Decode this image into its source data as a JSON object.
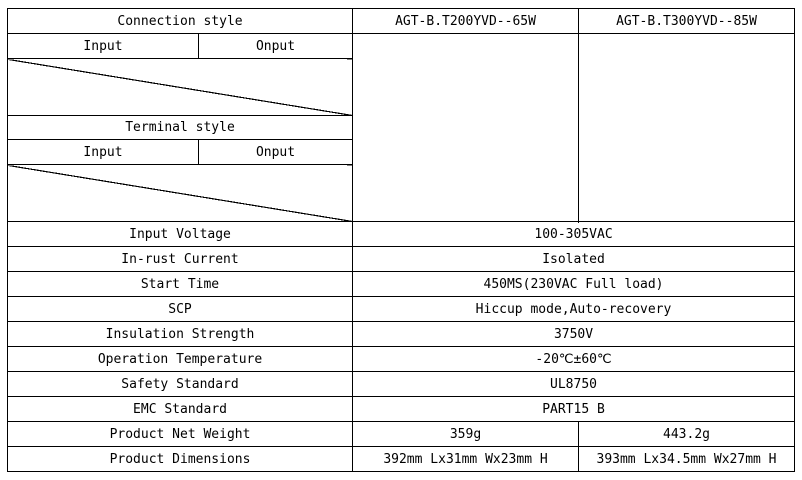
{
  "header": {
    "connection_style": "Connection style",
    "model_1": "AGT-B.T200YVD--65W",
    "model_2": "AGT-B.T300YVD--85W"
  },
  "connection": {
    "input": "Input",
    "output": "Onput"
  },
  "terminal": {
    "title": "Terminal style",
    "input": "Input",
    "output": "Onput"
  },
  "specs": {
    "input_voltage": {
      "label": "Input Voltage",
      "value": "100-305VAC"
    },
    "inrush_current": {
      "label": "In-rust Current",
      "value": "Isolated"
    },
    "start_time": {
      "label": "Start Time",
      "value": "450MS(230VAC Full load)"
    },
    "scp": {
      "label": "SCP",
      "value": "Hiccup mode,Auto-recovery"
    },
    "insulation": {
      "label": "Insulation Strength",
      "value": "3750V"
    },
    "operation_temp": {
      "label": "Operation Temperature",
      "value": "-20℃±60℃"
    },
    "safety": {
      "label": "Safety Standard",
      "value": "UL8750"
    },
    "emc": {
      "label": "EMC Standard",
      "value": "PART15 B"
    },
    "net_weight": {
      "label": "Product Net Weight",
      "value_1": "359g",
      "value_2": "443.2g"
    },
    "dimensions": {
      "label": "Product Dimensions",
      "value_1": "392mm Lx31mm Wx23mm H",
      "value_2": "393mm Lx34.5mm Wx27mm H"
    }
  }
}
